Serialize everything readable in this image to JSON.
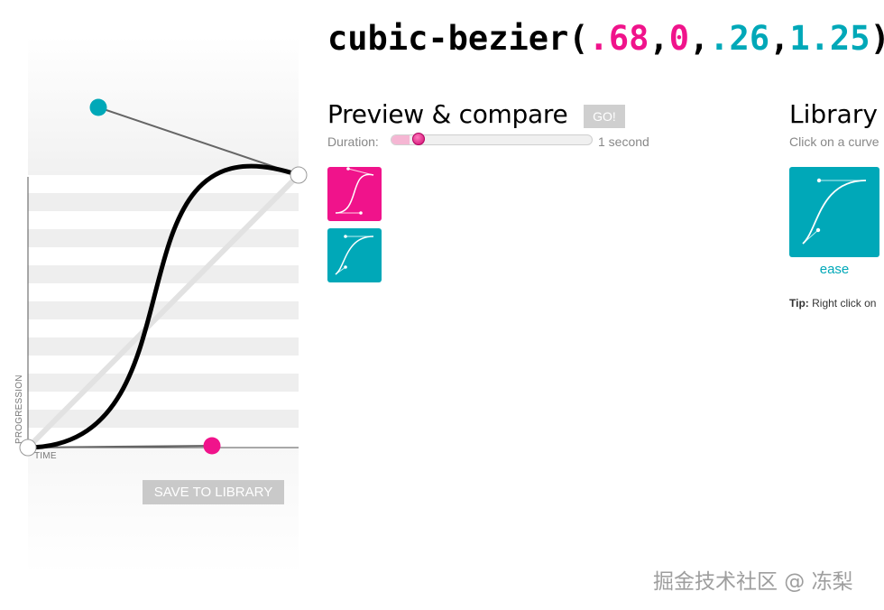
{
  "formula": {
    "prefix": "cubic-bezier(",
    "p1x": ".68",
    "p1y": "0",
    "p2x": ".26",
    "p2y": "1.25",
    "separator": ",",
    "suffix": ")"
  },
  "bezier_values": {
    "x1": 0.68,
    "y1": 0,
    "x2": 0.26,
    "y2": 1.25
  },
  "editor": {
    "axis_progression": "PROGRESSION",
    "axis_time": "TIME",
    "save_button": "SAVE TO LIBRARY"
  },
  "preview": {
    "title": "Preview & compare",
    "go_button": "GO!",
    "duration_label": "Duration:",
    "duration_value": "1 second",
    "duration_fraction": 0.09
  },
  "library": {
    "title": "Library",
    "subtitle": "Click on a curve",
    "items": [
      {
        "label": "ease"
      }
    ],
    "tip_bold": "Tip:",
    "tip_text": " Right click on"
  },
  "watermark": "掘金技术社区 @ 冻梨",
  "colors": {
    "pink": "#f0138b",
    "teal": "#00a8b8",
    "curve": "#000000",
    "handle_line": "#666666",
    "stripe": "#eeeeee",
    "save_button_bg": "#c9c9c9"
  },
  "icons": {
    "pink_handle": "circle-pink",
    "teal_handle": "circle-teal",
    "endpoint": "circle-white"
  }
}
